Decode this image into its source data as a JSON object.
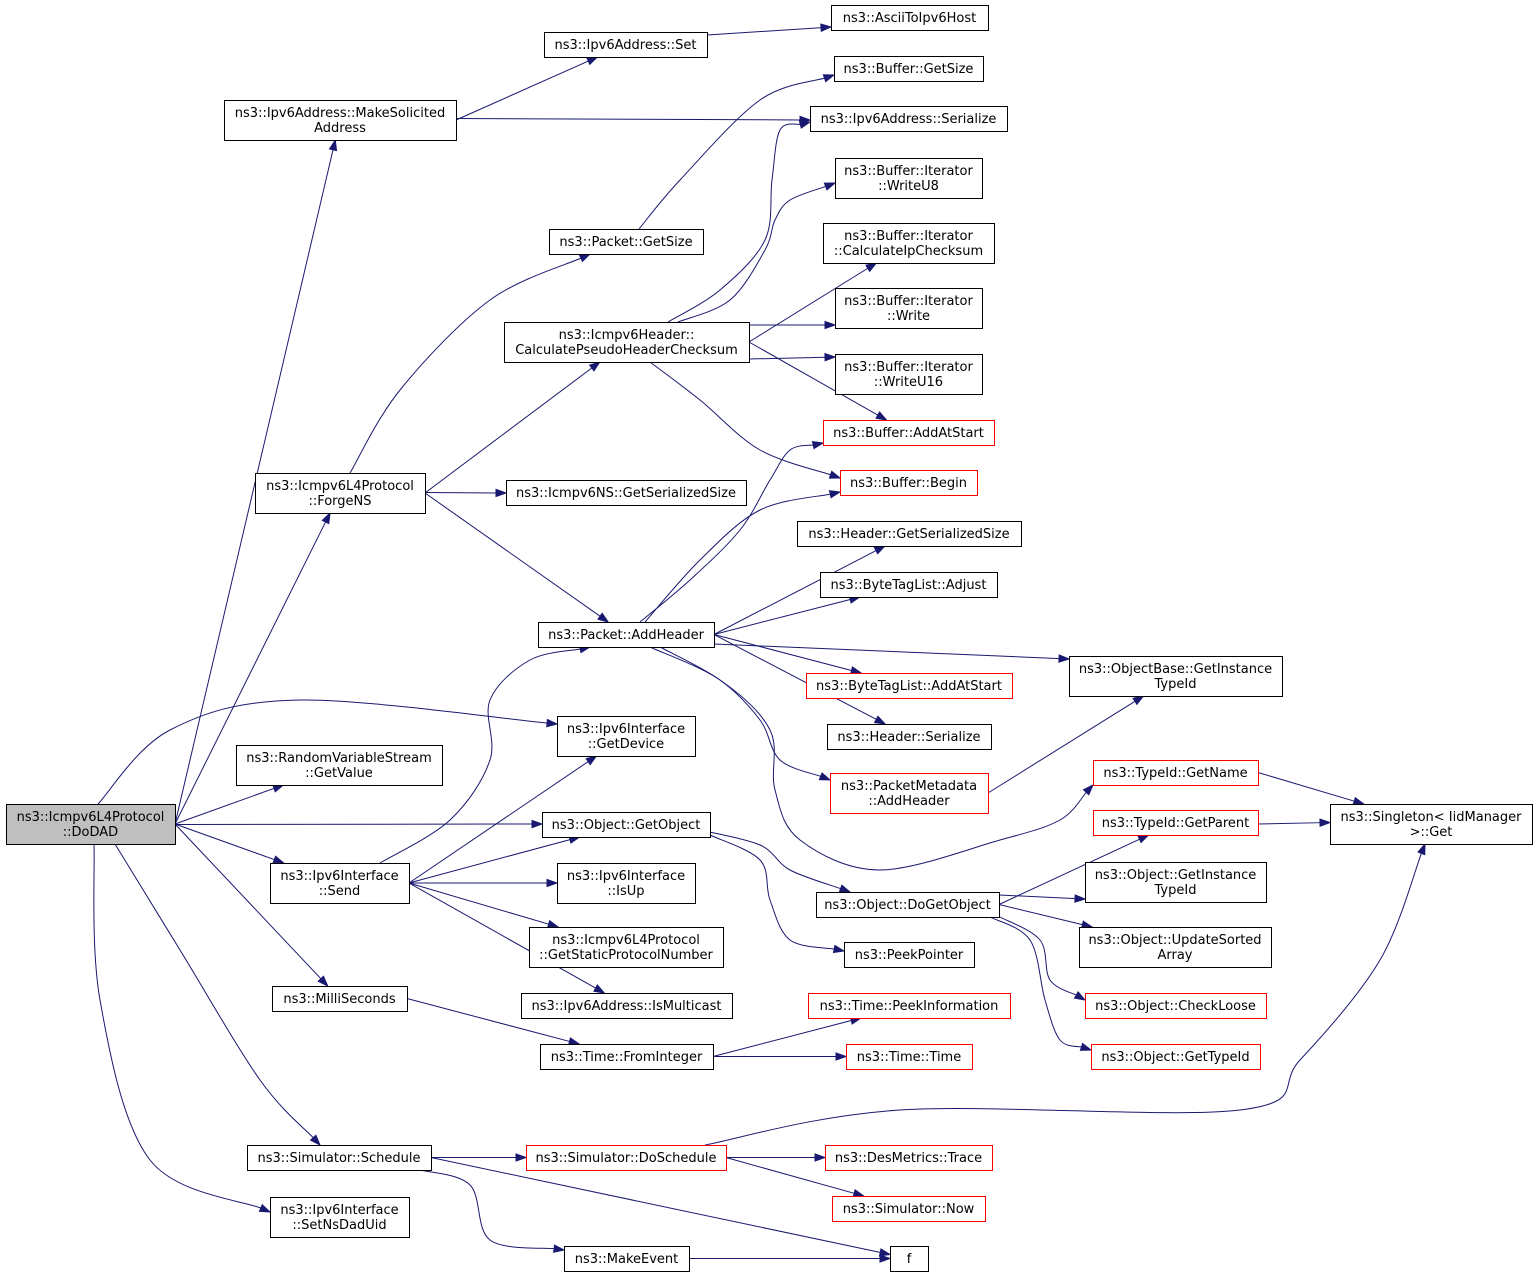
{
  "colors": {
    "edge": "#191970",
    "border": "#000000",
    "partial_border": "#ff0000",
    "root_fill": "#bfbfbf"
  },
  "nodes": [
    {
      "id": "dodad",
      "lines": [
        "ns3::Icmpv6L4Protocol",
        "::DoDAD"
      ],
      "style": "root"
    },
    {
      "id": "makesol",
      "lines": [
        "ns3::Ipv6Address::MakeSolicited",
        "Address"
      ],
      "style": "normal"
    },
    {
      "id": "ipv6set",
      "lines": [
        "ns3::Ipv6Address::Set"
      ],
      "style": "normal"
    },
    {
      "id": "ascii",
      "lines": [
        "ns3::AsciiToIpv6Host"
      ],
      "style": "normal"
    },
    {
      "id": "bufgetsize",
      "lines": [
        "ns3::Buffer::GetSize"
      ],
      "style": "normal"
    },
    {
      "id": "ipv6ser",
      "lines": [
        "ns3::Ipv6Address::Serialize"
      ],
      "style": "normal"
    },
    {
      "id": "writeu8",
      "lines": [
        "ns3::Buffer::Iterator",
        "::WriteU8"
      ],
      "style": "normal"
    },
    {
      "id": "calcip",
      "lines": [
        "ns3::Buffer::Iterator",
        "::CalculateIpChecksum"
      ],
      "style": "normal"
    },
    {
      "id": "write",
      "lines": [
        "ns3::Buffer::Iterator",
        "::Write"
      ],
      "style": "normal"
    },
    {
      "id": "writeu16",
      "lines": [
        "ns3::Buffer::Iterator",
        "::WriteU16"
      ],
      "style": "normal"
    },
    {
      "id": "addatstart",
      "lines": [
        "ns3::Buffer::AddAtStart"
      ],
      "style": "partial"
    },
    {
      "id": "begin",
      "lines": [
        "ns3::Buffer::Begin"
      ],
      "style": "partial"
    },
    {
      "id": "hdrsersize",
      "lines": [
        "ns3::Header::GetSerializedSize"
      ],
      "style": "normal"
    },
    {
      "id": "btladjust",
      "lines": [
        "ns3::ByteTagList::Adjust"
      ],
      "style": "normal"
    },
    {
      "id": "pktgetsize",
      "lines": [
        "ns3::Packet::GetSize"
      ],
      "style": "normal"
    },
    {
      "id": "calcpseudo",
      "lines": [
        "ns3::Icmpv6Header::",
        "CalculatePseudoHeaderChecksum"
      ],
      "style": "normal"
    },
    {
      "id": "forgens",
      "lines": [
        "ns3::Icmpv6L4Protocol",
        "::ForgeNS"
      ],
      "style": "normal"
    },
    {
      "id": "nssersize",
      "lines": [
        "ns3::Icmpv6NS::GetSerializedSize"
      ],
      "style": "normal"
    },
    {
      "id": "addheader",
      "lines": [
        "ns3::Packet::AddHeader"
      ],
      "style": "normal"
    },
    {
      "id": "objbaseinst",
      "lines": [
        "ns3::ObjectBase::GetInstance",
        "TypeId"
      ],
      "style": "normal"
    },
    {
      "id": "btladdstart",
      "lines": [
        "ns3::ByteTagList::AddAtStart"
      ],
      "style": "partial"
    },
    {
      "id": "hdrser",
      "lines": [
        "ns3::Header::Serialize"
      ],
      "style": "normal"
    },
    {
      "id": "pmaddheader",
      "lines": [
        "ns3::PacketMetadata",
        "::AddHeader"
      ],
      "style": "partial"
    },
    {
      "id": "ifgetdevice",
      "lines": [
        "ns3::Ipv6Interface",
        "::GetDevice"
      ],
      "style": "normal"
    },
    {
      "id": "rvsgetvalue",
      "lines": [
        "ns3::RandomVariableStream",
        "::GetValue"
      ],
      "style": "normal"
    },
    {
      "id": "typeidgetname",
      "lines": [
        "ns3::TypeId::GetName"
      ],
      "style": "partial"
    },
    {
      "id": "singleton",
      "lines": [
        "ns3::Singleton< IidManager",
        ">::Get"
      ],
      "style": "normal"
    },
    {
      "id": "getobject",
      "lines": [
        "ns3::Object::GetObject"
      ],
      "style": "normal"
    },
    {
      "id": "typeidgetparent",
      "lines": [
        "ns3::TypeId::GetParent"
      ],
      "style": "partial"
    },
    {
      "id": "ifsend",
      "lines": [
        "ns3::Ipv6Interface",
        "::Send"
      ],
      "style": "normal"
    },
    {
      "id": "ifisup",
      "lines": [
        "ns3::Ipv6Interface",
        "::IsUp"
      ],
      "style": "normal"
    },
    {
      "id": "dogetobject",
      "lines": [
        "ns3::Object::DoGetObject"
      ],
      "style": "normal"
    },
    {
      "id": "objgetinst",
      "lines": [
        "ns3::Object::GetInstance",
        "TypeId"
      ],
      "style": "normal"
    },
    {
      "id": "getstaticproto",
      "lines": [
        "ns3::Icmpv6L4Protocol",
        "::GetStaticProtocolNumber"
      ],
      "style": "normal"
    },
    {
      "id": "peekpointer",
      "lines": [
        "ns3::PeekPointer"
      ],
      "style": "normal"
    },
    {
      "id": "updatesorted",
      "lines": [
        "ns3::Object::UpdateSorted",
        "Array"
      ],
      "style": "normal"
    },
    {
      "id": "milliseconds",
      "lines": [
        "ns3::MilliSeconds"
      ],
      "style": "normal"
    },
    {
      "id": "ismulticast",
      "lines": [
        "ns3::Ipv6Address::IsMulticast"
      ],
      "style": "normal"
    },
    {
      "id": "peekinfo",
      "lines": [
        "ns3::Time::PeekInformation"
      ],
      "style": "partial"
    },
    {
      "id": "checkloose",
      "lines": [
        "ns3::Object::CheckLoose"
      ],
      "style": "partial"
    },
    {
      "id": "frominteger",
      "lines": [
        "ns3::Time::FromInteger"
      ],
      "style": "normal"
    },
    {
      "id": "timetime",
      "lines": [
        "ns3::Time::Time"
      ],
      "style": "partial"
    },
    {
      "id": "objgettypeid",
      "lines": [
        "ns3::Object::GetTypeId"
      ],
      "style": "partial"
    },
    {
      "id": "schedule",
      "lines": [
        "ns3::Simulator::Schedule"
      ],
      "style": "normal"
    },
    {
      "id": "doschedule",
      "lines": [
        "ns3::Simulator::DoSchedule"
      ],
      "style": "partial"
    },
    {
      "id": "desmetrics",
      "lines": [
        "ns3::DesMetrics::Trace"
      ],
      "style": "partial"
    },
    {
      "id": "simnow",
      "lines": [
        "ns3::Simulator::Now"
      ],
      "style": "partial"
    },
    {
      "id": "setnsdaduid",
      "lines": [
        "ns3::Ipv6Interface",
        "::SetNsDadUid"
      ],
      "style": "normal"
    },
    {
      "id": "makeevent",
      "lines": [
        "ns3::MakeEvent"
      ],
      "style": "normal"
    },
    {
      "id": "f",
      "lines": [
        "f"
      ],
      "style": "normal"
    }
  ],
  "edges": [
    [
      "dodad",
      "makesol"
    ],
    [
      "dodad",
      "forgens"
    ],
    [
      "dodad",
      "ifgetdevice"
    ],
    [
      "dodad",
      "rvsgetvalue"
    ],
    [
      "dodad",
      "getobject"
    ],
    [
      "dodad",
      "ifsend"
    ],
    [
      "dodad",
      "milliseconds"
    ],
    [
      "dodad",
      "schedule"
    ],
    [
      "dodad",
      "setnsdaduid"
    ],
    [
      "makesol",
      "ipv6set"
    ],
    [
      "makesol",
      "ipv6ser"
    ],
    [
      "ipv6set",
      "ascii"
    ],
    [
      "forgens",
      "pktgetsize"
    ],
    [
      "forgens",
      "calcpseudo"
    ],
    [
      "forgens",
      "nssersize"
    ],
    [
      "forgens",
      "addheader"
    ],
    [
      "pktgetsize",
      "bufgetsize"
    ],
    [
      "calcpseudo",
      "ipv6ser"
    ],
    [
      "calcpseudo",
      "writeu8"
    ],
    [
      "calcpseudo",
      "calcip"
    ],
    [
      "calcpseudo",
      "write"
    ],
    [
      "calcpseudo",
      "writeu16"
    ],
    [
      "calcpseudo",
      "addatstart"
    ],
    [
      "calcpseudo",
      "begin"
    ],
    [
      "addheader",
      "addatstart"
    ],
    [
      "addheader",
      "begin"
    ],
    [
      "addheader",
      "hdrsersize"
    ],
    [
      "addheader",
      "btladjust"
    ],
    [
      "addheader",
      "objbaseinst"
    ],
    [
      "addheader",
      "btladdstart"
    ],
    [
      "addheader",
      "hdrser"
    ],
    [
      "addheader",
      "pmaddheader"
    ],
    [
      "addheader",
      "typeidgetname"
    ],
    [
      "pmaddheader",
      "objbaseinst"
    ],
    [
      "typeidgetname",
      "singleton"
    ],
    [
      "typeidgetparent",
      "singleton"
    ],
    [
      "ifsend",
      "addheader"
    ],
    [
      "ifsend",
      "ifgetdevice"
    ],
    [
      "ifsend",
      "getobject"
    ],
    [
      "ifsend",
      "ifisup"
    ],
    [
      "ifsend",
      "getstaticproto"
    ],
    [
      "ifsend",
      "ismulticast"
    ],
    [
      "getobject",
      "dogetobject"
    ],
    [
      "getobject",
      "peekpointer"
    ],
    [
      "dogetobject",
      "typeidgetparent"
    ],
    [
      "dogetobject",
      "objgetinst"
    ],
    [
      "dogetobject",
      "updatesorted"
    ],
    [
      "dogetobject",
      "checkloose"
    ],
    [
      "dogetobject",
      "objgettypeid"
    ],
    [
      "milliseconds",
      "frominteger"
    ],
    [
      "frominteger",
      "peekinfo"
    ],
    [
      "frominteger",
      "timetime"
    ],
    [
      "schedule",
      "doschedule"
    ],
    [
      "schedule",
      "makeevent"
    ],
    [
      "schedule",
      "f"
    ],
    [
      "doschedule",
      "desmetrics"
    ],
    [
      "doschedule",
      "simnow"
    ],
    [
      "doschedule",
      "singleton"
    ],
    [
      "makeevent",
      "f"
    ]
  ]
}
